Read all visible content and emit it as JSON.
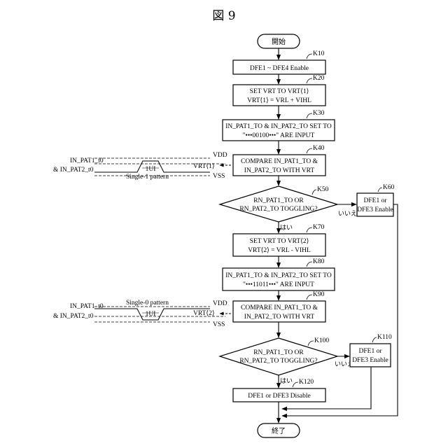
{
  "figure_title": "図 9",
  "terminals": {
    "start": "開始",
    "end": "終了"
  },
  "steps": [
    {
      "id": "K10",
      "tag": "K10",
      "lines": [
        "DFE1 ~ DFE4 Enable"
      ]
    },
    {
      "id": "K20",
      "tag": "K20",
      "lines": [
        "SET VRT TO VRT⟨1⟩",
        "VRT⟨1⟩ = VRL + VIHL"
      ]
    },
    {
      "id": "K30",
      "tag": "K30",
      "lines": [
        "IN_PAT1_TO & IN_PAT2_TO SET TO",
        "\"•••00100•••\"  ARE INPUT"
      ]
    },
    {
      "id": "K40",
      "tag": "K40",
      "lines": [
        "COMPARE IN_PAT1_TO &",
        "IN_PAT2_TO WITH VRT"
      ]
    },
    {
      "id": "K70",
      "tag": "K70",
      "lines": [
        "SET VRT TO VRT⟨2⟩",
        "VRT⟨2⟩ = VRL - VIHL"
      ]
    },
    {
      "id": "K80",
      "tag": "K80",
      "lines": [
        "IN_PAT1_TO & IN_PAT2_TO SET TO",
        "\"•••11011•••\"  ARE INPUT"
      ]
    },
    {
      "id": "K90",
      "tag": "K90",
      "lines": [
        "COMPARE IN_PAT1_TO &",
        "IN_PAT2_TO WITH VRT"
      ]
    },
    {
      "id": "K120",
      "tag": "K120",
      "lines": [
        "DFE1 or DFE3 Disable"
      ]
    }
  ],
  "decisions": [
    {
      "id": "K50",
      "tag": "K50",
      "lines": [
        "RN_PAT1_TO OR",
        "RN_PAT2_TO TOGGLING?"
      ],
      "yes": "はい",
      "no": "いいえ"
    },
    {
      "id": "K100",
      "tag": "K100",
      "lines": [
        "RN_PAT1_TO OR",
        "RN_PAT2_TO TOGGLING?"
      ],
      "yes": "はい",
      "no": "いいえ"
    }
  ],
  "side_boxes": [
    {
      "id": "K60",
      "tag": "K60",
      "lines": [
        "DFE1 or",
        "DFE3 Enable"
      ]
    },
    {
      "id": "K110",
      "tag": "K110",
      "lines": [
        "DFE1 or",
        "DFE3 Enable"
      ]
    }
  ],
  "waveforms": [
    {
      "id": "single-1",
      "signal_lines": [
        "IN_PAT1_t0",
        "& IN_PAT2_t0"
      ],
      "vdd": "VDD",
      "vss": "VSS",
      "ui": "1UI",
      "vrt": "VRT⟨1⟩",
      "pattern": "Single-1 pattern"
    },
    {
      "id": "single-0",
      "signal_lines": [
        "IN_PAT1_t0",
        "& IN_PAT2_t0"
      ],
      "vdd": "VDD",
      "vss": "VSS",
      "ui": "1UI",
      "vrt": "VRT⟨2⟩",
      "pattern": "Single-0 pattern"
    }
  ]
}
